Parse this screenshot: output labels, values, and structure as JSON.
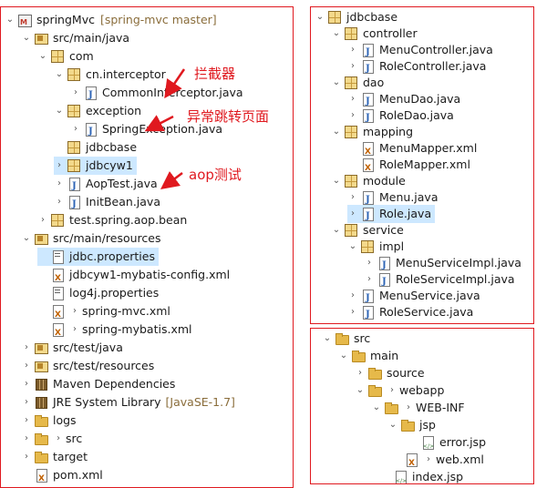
{
  "left": {
    "project": {
      "name": "springMvc",
      "decor": "[spring-mvc master]"
    },
    "items": [
      {
        "label": "src/main/java"
      },
      {
        "label": "com"
      },
      {
        "label": "cn.interceptor"
      },
      {
        "label": "CommonInterceptor.java"
      },
      {
        "label": "exception"
      },
      {
        "label": "SpringException.java"
      },
      {
        "label": "jdbcbase"
      },
      {
        "label": "jdbcyw1"
      },
      {
        "label": "AopTest.java"
      },
      {
        "label": "InitBean.java"
      },
      {
        "label": "test.spring.aop.bean"
      },
      {
        "label": "src/main/resources"
      },
      {
        "label": "jdbc.properties"
      },
      {
        "label": "jdbcyw1-mybatis-config.xml"
      },
      {
        "label": "log4j.properties"
      },
      {
        "label": "spring-mvc.xml"
      },
      {
        "label": "spring-mybatis.xml"
      },
      {
        "label": "src/test/java"
      },
      {
        "label": "src/test/resources"
      },
      {
        "label": "Maven Dependencies"
      },
      {
        "label": "JRE System Library",
        "decor": "[JavaSE-1.7]"
      },
      {
        "label": "logs"
      },
      {
        "label": "src"
      },
      {
        "label": "target"
      },
      {
        "label": "pom.xml"
      }
    ]
  },
  "right_top": {
    "items": [
      {
        "label": "jdbcbase"
      },
      {
        "label": "controller"
      },
      {
        "label": "MenuController.java"
      },
      {
        "label": "RoleController.java"
      },
      {
        "label": "dao"
      },
      {
        "label": "MenuDao.java"
      },
      {
        "label": "RoleDao.java"
      },
      {
        "label": "mapping"
      },
      {
        "label": "MenuMapper.xml"
      },
      {
        "label": "RoleMapper.xml"
      },
      {
        "label": "module"
      },
      {
        "label": "Menu.java"
      },
      {
        "label": "Role.java"
      },
      {
        "label": "service"
      },
      {
        "label": "impl"
      },
      {
        "label": "MenuServiceImpl.java"
      },
      {
        "label": "RoleServiceImpl.java"
      },
      {
        "label": "MenuService.java"
      },
      {
        "label": "RoleService.java"
      }
    ]
  },
  "right_bottom": {
    "items": [
      {
        "label": "src"
      },
      {
        "label": "main"
      },
      {
        "label": "source"
      },
      {
        "label": "webapp"
      },
      {
        "label": "WEB-INF"
      },
      {
        "label": "jsp"
      },
      {
        "label": "error.jsp"
      },
      {
        "label": "web.xml"
      },
      {
        "label": "index.jsp"
      }
    ]
  },
  "annotations": {
    "interceptor": "拦截器",
    "exception_page": "异常跳转页面",
    "aop_test": "aop测试"
  },
  "colors": {
    "highlight": "#e0191f",
    "selection": "#cde8ff"
  }
}
